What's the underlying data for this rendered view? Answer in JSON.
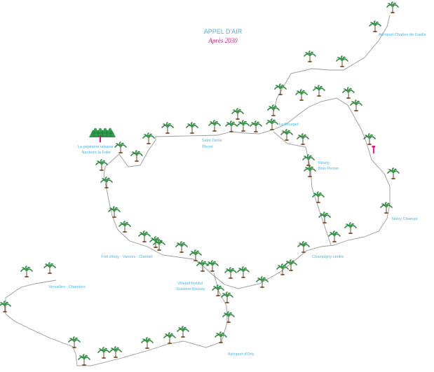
{
  "header": {
    "title": "APPEL D'AIR",
    "subtitle": "Après 2030"
  },
  "stations": [
    {
      "id": "charles-de-gaulle",
      "label": [
        "Aéroport Charles de Gaulle"
      ]
    },
    {
      "id": "le-bourget",
      "label": [
        "Le Bourget"
      ]
    },
    {
      "id": "saint-denis-pleyel",
      "label": [
        "Saint Denis",
        "Pleyel"
      ]
    },
    {
      "id": "pepiniere",
      "label": [
        "La pépinière urbaine",
        "Nanterre la Folie"
      ]
    },
    {
      "id": "rosny",
      "label": [
        "Rosny",
        "Bois Perrier"
      ]
    },
    {
      "id": "noisy-champs",
      "label": [
        "Noisy Champs"
      ]
    },
    {
      "id": "champigny",
      "label": [
        "Champigny centre"
      ]
    },
    {
      "id": "fort-issy",
      "label": [
        "Fort d'Issy - Vanves - Clamart"
      ]
    },
    {
      "id": "villejuif",
      "label": [
        "Villejuif Institut",
        "Gustave Roussy"
      ]
    },
    {
      "id": "versailles",
      "label": [
        "Versailles - Chantiers"
      ]
    },
    {
      "id": "orly",
      "label": [
        "Aéroport d'Orly"
      ]
    }
  ],
  "colors": {
    "accent_blue": "#3fb6e8",
    "accent_pink": "#e6127a",
    "route": "#9a9a9a",
    "palm": "#2d8a3c",
    "trunk": "#6b4a2a",
    "soil": "#8a5a30"
  },
  "icons": {
    "tree": "palm-tree-icon",
    "nursery": "nursery-icon",
    "marker": "pink-marker-icon"
  }
}
